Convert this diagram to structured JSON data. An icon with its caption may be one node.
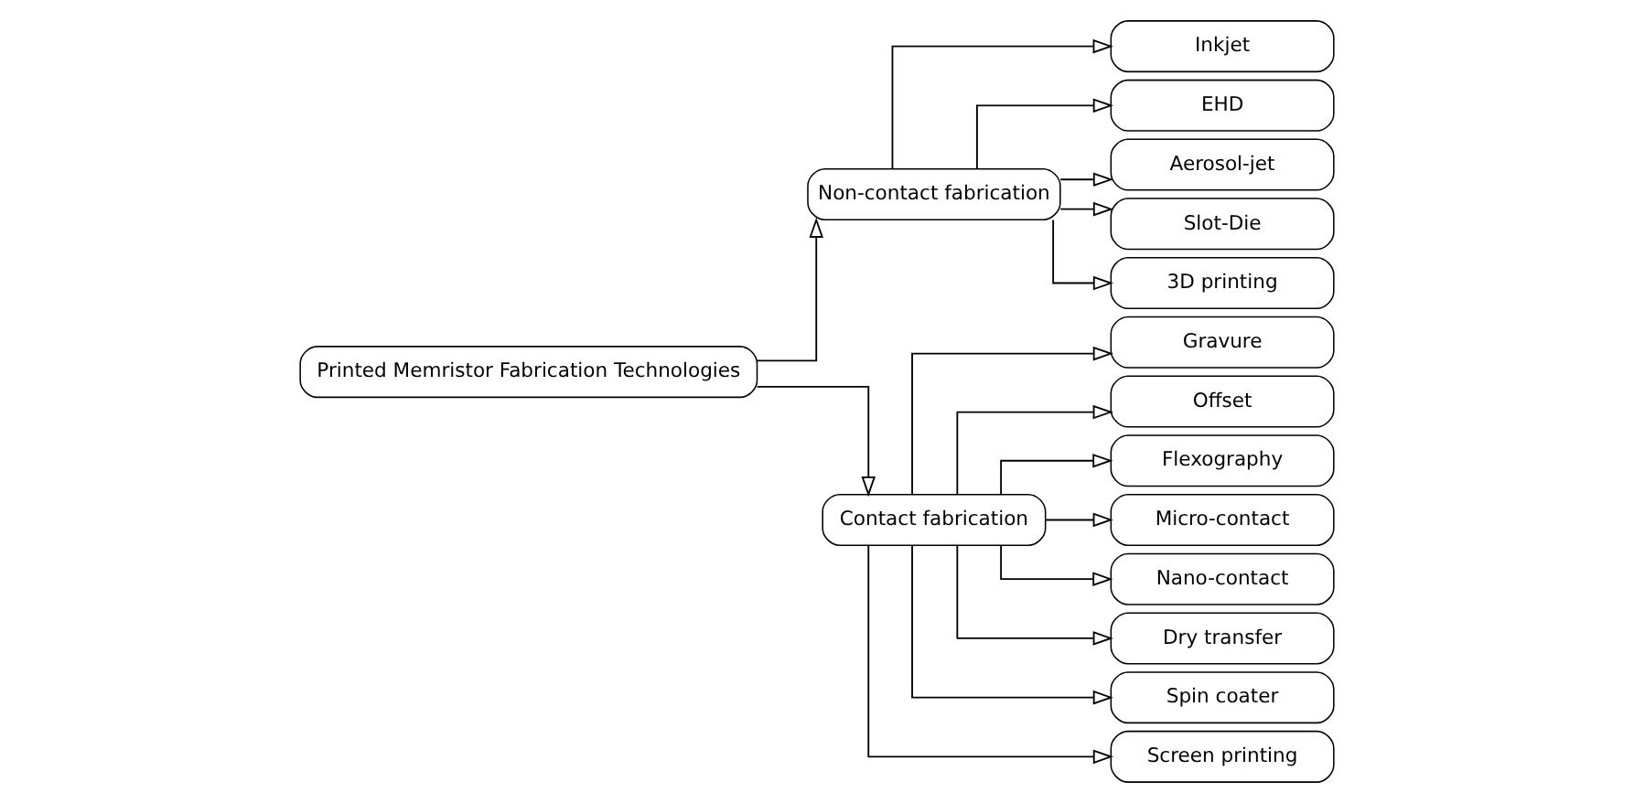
{
  "diagram": {
    "nodes": [
      {
        "text": [
          "Printed Memristor Fabrication Technologies"
        ]
      },
      {
        "text": [
          "Non-contact fabrication"
        ]
      },
      {
        "text": [
          "Contact fabrication"
        ]
      },
      {
        "text": [
          "Inkjet"
        ]
      },
      {
        "text": [
          "EHD"
        ]
      },
      {
        "text": [
          "Aerosol-jet"
        ]
      },
      {
        "text": [
          "Slot-Die"
        ]
      },
      {
        "text": [
          "3D printing"
        ]
      },
      {
        "text": [
          "Gravure"
        ]
      },
      {
        "text": [
          "Offset"
        ]
      },
      {
        "text": [
          "Flexography"
        ]
      },
      {
        "text": [
          "Micro-contact"
        ]
      },
      {
        "text": [
          "Nano-contact"
        ]
      },
      {
        "text": [
          "Dry transfer"
        ]
      },
      {
        "text": [
          "Spin coater"
        ]
      },
      {
        "text": [
          "Screen printing"
        ]
      }
    ],
    "edges": [
      {
        "from": 0,
        "to": 1,
        "arrow": "to"
      },
      {
        "from": 0,
        "to": 2,
        "arrow": "to"
      },
      {
        "from": 1,
        "to": 3,
        "arrow": "to"
      },
      {
        "from": 1,
        "to": 4,
        "arrow": "to"
      },
      {
        "from": 1,
        "to": 5,
        "arrow": "to"
      },
      {
        "from": 1,
        "to": 6,
        "arrow": "to"
      },
      {
        "from": 1,
        "to": 7,
        "arrow": "to"
      },
      {
        "from": 2,
        "to": 8,
        "arrow": "to"
      },
      {
        "from": 2,
        "to": 9,
        "arrow": "to"
      },
      {
        "from": 2,
        "to": 10,
        "arrow": "to"
      },
      {
        "from": 2,
        "to": 11,
        "arrow": "to"
      },
      {
        "from": 2,
        "to": 12,
        "arrow": "to"
      },
      {
        "from": 2,
        "to": 13,
        "arrow": "to"
      },
      {
        "from": 2,
        "to": 14,
        "arrow": "to"
      },
      {
        "from": 2,
        "to": 15,
        "arrow": "to"
      }
    ]
  }
}
